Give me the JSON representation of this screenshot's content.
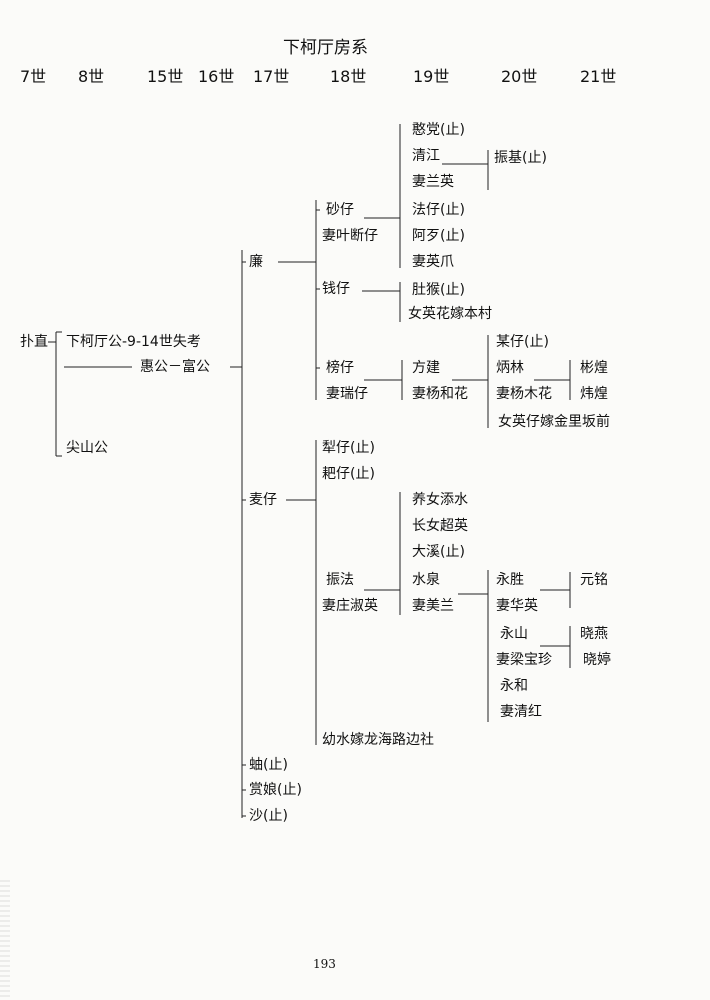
{
  "title": "下柯厅房系",
  "page_number": "193",
  "generations": [
    "7世",
    "8世",
    "15世",
    "16世",
    "17世",
    "18世",
    "19世",
    "20世",
    "21世"
  ],
  "nodes": {
    "puzhi": "扑直",
    "xiakt": "下柯厅公-9-14世失考",
    "huifu": "惠公－富公",
    "jianshan": "尖山公",
    "lian": "廉",
    "maizai": "麦仔",
    "jun": "蚰(止)",
    "shangniang": "赏娘(止)",
    "sha": "沙(止)",
    "shazai": "砂仔",
    "shazai_wife": "妻叶断仔",
    "qianzai": "钱仔",
    "bangzai": "榜仔",
    "bangzai_wife": "妻瑞仔",
    "lizai": "犁仔(止)",
    "bazai": "耙仔(止)",
    "zhenfa": "振法",
    "zhenfa_wife": "妻庄淑英",
    "youshui": "幼水嫁龙海路边社",
    "handang": "憨党(止)",
    "qingjiang": "清江",
    "qingjiang_wife": "妻兰英",
    "fazai": "法仔(止)",
    "adai": "阿歹(止)",
    "sha_wife2": "妻英爪",
    "duhou": "肚猴(止)",
    "yinghua": "女英花嫁本村",
    "fangjian": "方建",
    "fangjian_wife": "妻杨和花",
    "yangnv": "养女添水",
    "changnv": "长女超英",
    "daxi": "大溪(止)",
    "shuiquan": "水泉",
    "shuiquan_wife": "妻美兰",
    "zhenji": "振基(止)",
    "mouzai": "某仔(止)",
    "binglin": "炳林",
    "binglin_wife": "妻杨木花",
    "yingzai": "女英仔嫁金里坂前",
    "yongsheng": "永胜",
    "yongsheng_wife": "妻华英",
    "yongshan": "永山",
    "yongshan_wife": "妻梁宝珍",
    "yonghe": "永和",
    "yonghe_wife": "妻清红",
    "binhuang": "彬煌",
    "weihuang": "炜煌",
    "yuanming": "元铭",
    "xiaoyan": "晓燕",
    "xiaoting": "晓婷"
  }
}
